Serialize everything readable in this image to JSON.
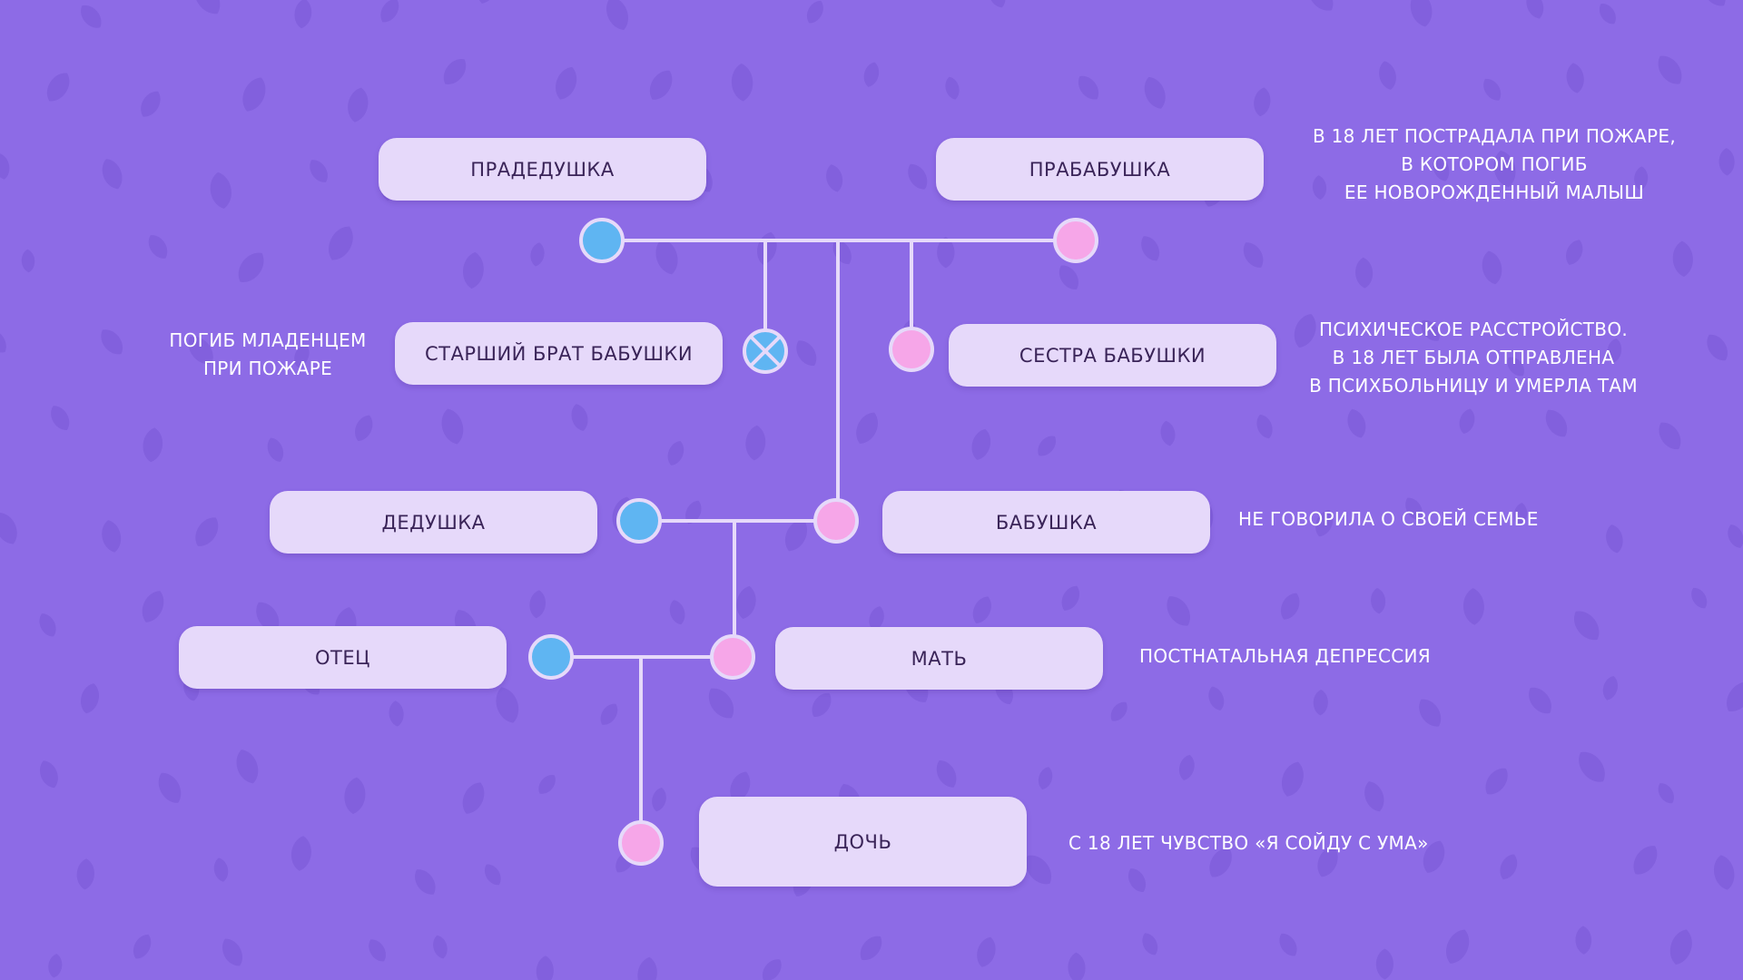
{
  "colors": {
    "background": "#8d6be6",
    "box": "#e6d9fa",
    "box_text": "#3a2458",
    "male_node": "#5fb5f2",
    "female_node": "#f6a6e8",
    "line": "#e6d9fa",
    "note_text": "#ffffff"
  },
  "icons": {
    "male": "blue-circle",
    "female": "pink-circle",
    "deceased": "crossed-circle"
  },
  "people": {
    "great_grandfather": "ПРАДЕДУШКА",
    "great_grandmother": "ПРАБАБУШКА",
    "grandmother_older_brother": "СТАРШИЙ БРАТ БАБУШКИ",
    "grandmother_sister": "СЕСТРА БАБУШКИ",
    "grandfather": "ДЕДУШКА",
    "grandmother": "БАБУШКА",
    "father": "ОТЕЦ",
    "mother": "МАТЬ",
    "daughter": "ДОЧЬ"
  },
  "notes": {
    "great_grandmother": [
      "В 18 ЛЕТ ПОСТРАДАЛА ПРИ ПОЖАРЕ,",
      "В КОТОРОМ ПОГИБ",
      "ЕЕ НОВОРОЖДЕННЫЙ МАЛЫШ"
    ],
    "grandmother_older_brother": [
      "ПОГИБ МЛАДЕНЦЕМ",
      "ПРИ ПОЖАРЕ"
    ],
    "grandmother_sister": [
      "ПСИХИЧЕСКОЕ РАССТРОЙСТВО.",
      "В 18 ЛЕТ БЫЛА ОТПРАВЛЕНА",
      "В ПСИХБОЛЬНИЦУ И УМЕРЛА ТАМ"
    ],
    "grandmother": [
      "НЕ ГОВОРИЛА О СВОЕЙ СЕМЬЕ"
    ],
    "mother": [
      "ПОСТНАТАЛЬНАЯ ДЕПРЕССИЯ"
    ],
    "daughter": [
      "С 18 ЛЕТ ЧУВСТВО «Я СОЙДУ С УМА»"
    ]
  }
}
